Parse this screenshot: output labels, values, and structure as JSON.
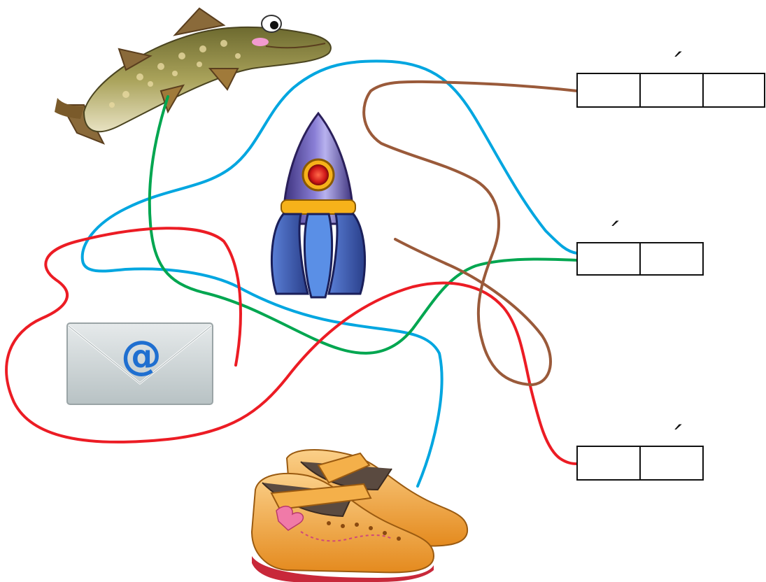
{
  "pictures": [
    {
      "name": "pike-fish"
    },
    {
      "name": "rocket"
    },
    {
      "name": "email-envelope"
    },
    {
      "name": "shoes"
    }
  ],
  "envelope": {
    "symbol": "@"
  },
  "word_boxes": [
    {
      "cells": 3,
      "stress_mark": "´",
      "stress_cell": 2
    },
    {
      "cells": 2,
      "stress_mark": "´",
      "stress_cell": 1
    },
    {
      "cells": 2,
      "stress_mark": "´",
      "stress_cell": 2
    }
  ],
  "lines": [
    {
      "color": "#00a6e0",
      "from": "shoes",
      "to": "word-box-2"
    },
    {
      "color": "#00a650",
      "from": "pike-fish",
      "to": "word-box-2"
    },
    {
      "color": "#ec1c24",
      "from": "email-envelope",
      "to": "word-box-3"
    },
    {
      "color": "#9a5a3a",
      "from": "rocket",
      "to": "word-box-1"
    }
  ]
}
